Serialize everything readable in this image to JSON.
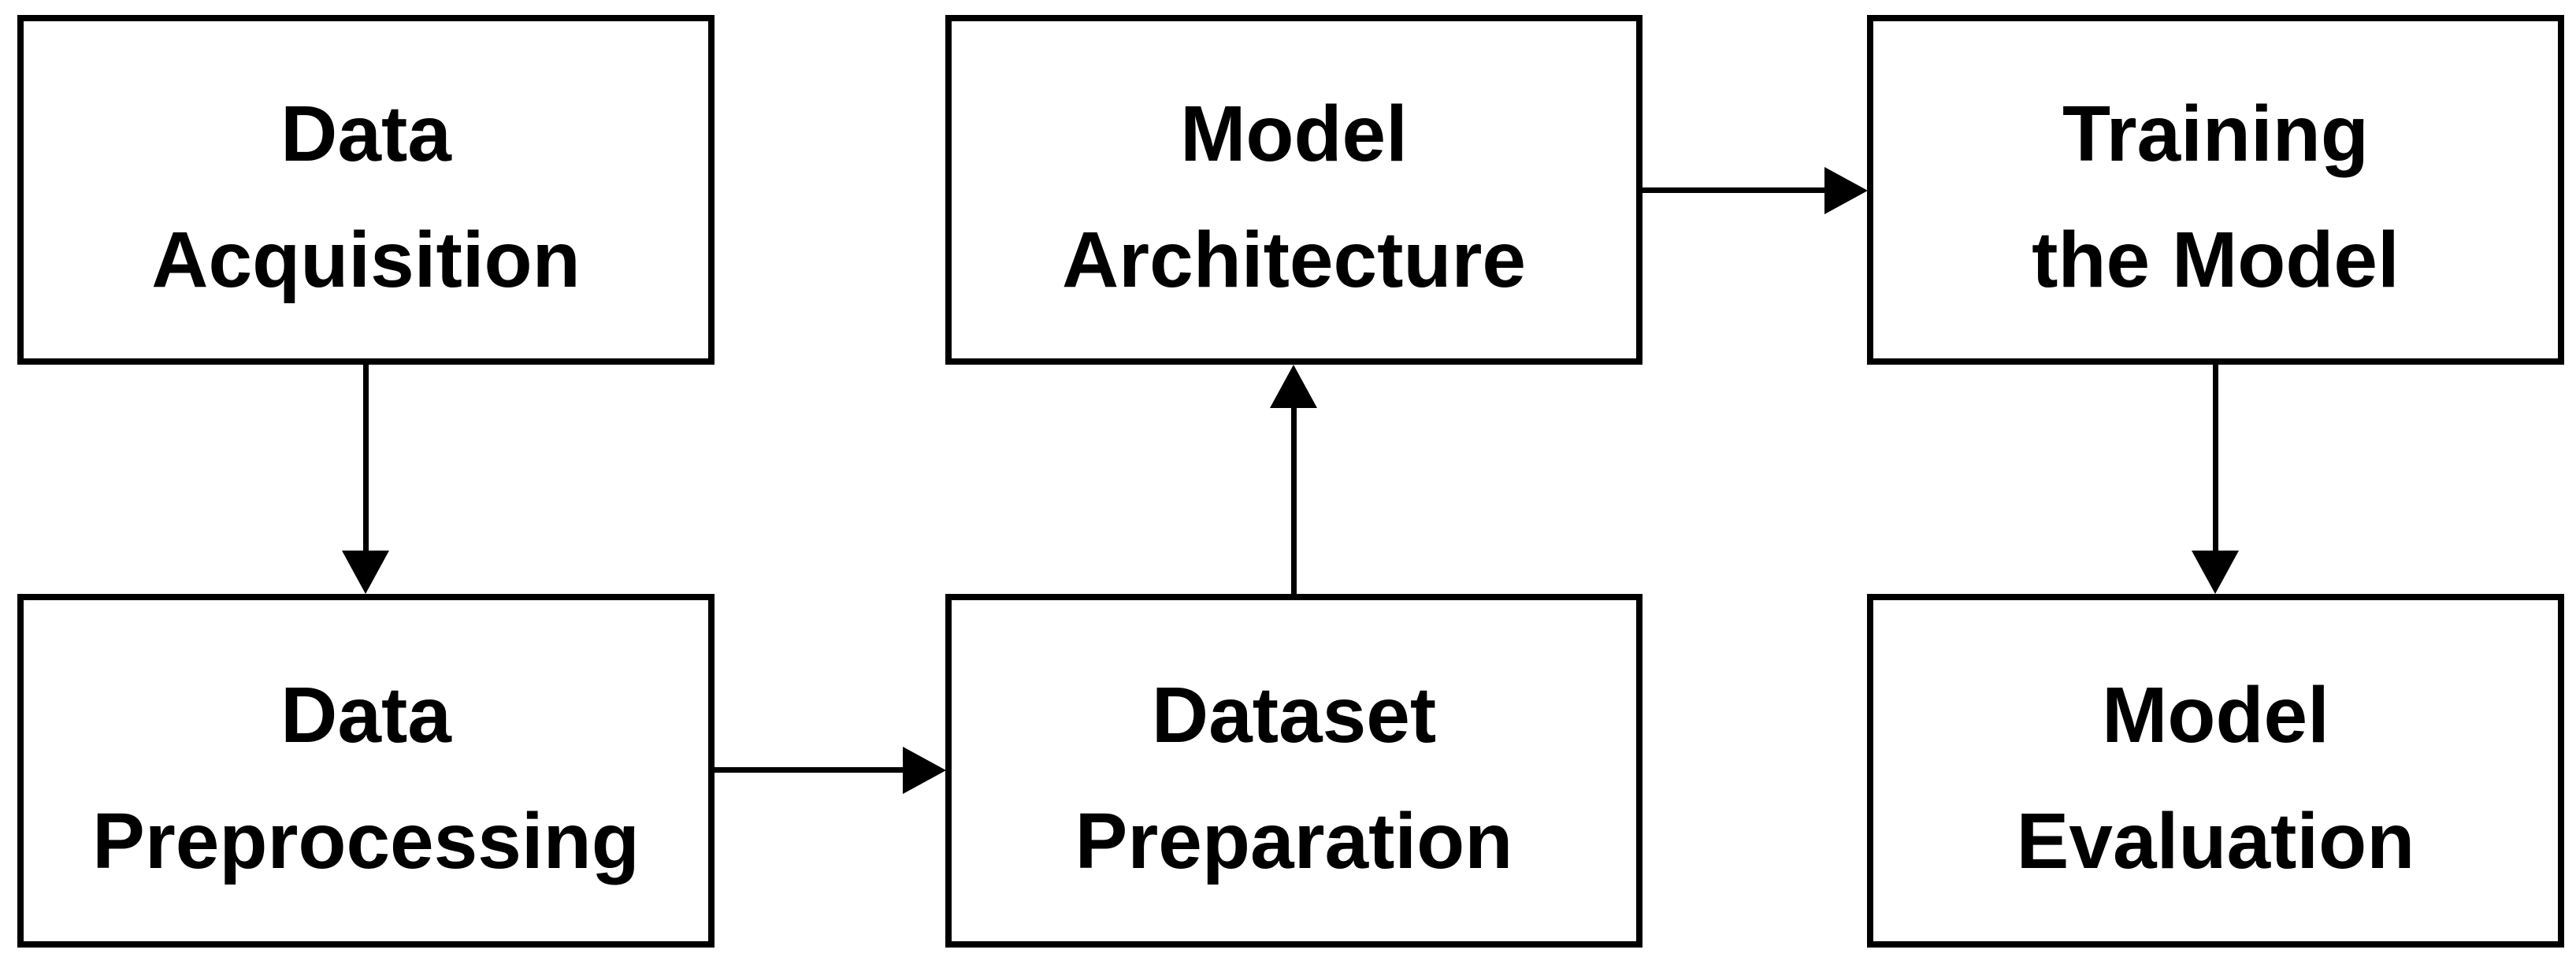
{
  "diagram": {
    "description": "Machine learning workflow flowchart",
    "background_color": "#ffffff",
    "box_border_color": "#000000",
    "text_color": "#000000",
    "arrow_color": "#000000",
    "nodes": [
      {
        "id": "data-acquisition",
        "line1": "Data",
        "line2": "Acquisition",
        "position": "top-left"
      },
      {
        "id": "model-architecture",
        "line1": "Model",
        "line2": "Architecture",
        "position": "top-middle"
      },
      {
        "id": "training-the-model",
        "line1": "Training",
        "line2": "the Model",
        "position": "top-right"
      },
      {
        "id": "data-preprocessing",
        "line1": "Data",
        "line2": "Preprocessing",
        "position": "bottom-left"
      },
      {
        "id": "dataset-preparation",
        "line1": "Dataset",
        "line2": "Preparation",
        "position": "bottom-middle"
      },
      {
        "id": "model-evaluation",
        "line1": "Model",
        "line2": "Evaluation",
        "position": "bottom-right"
      }
    ],
    "edges": [
      {
        "from": "data-acquisition",
        "to": "data-preprocessing",
        "direction": "down"
      },
      {
        "from": "data-preprocessing",
        "to": "dataset-preparation",
        "direction": "right"
      },
      {
        "from": "dataset-preparation",
        "to": "model-architecture",
        "direction": "up"
      },
      {
        "from": "model-architecture",
        "to": "training-the-model",
        "direction": "right"
      },
      {
        "from": "training-the-model",
        "to": "model-evaluation",
        "direction": "down"
      }
    ]
  }
}
